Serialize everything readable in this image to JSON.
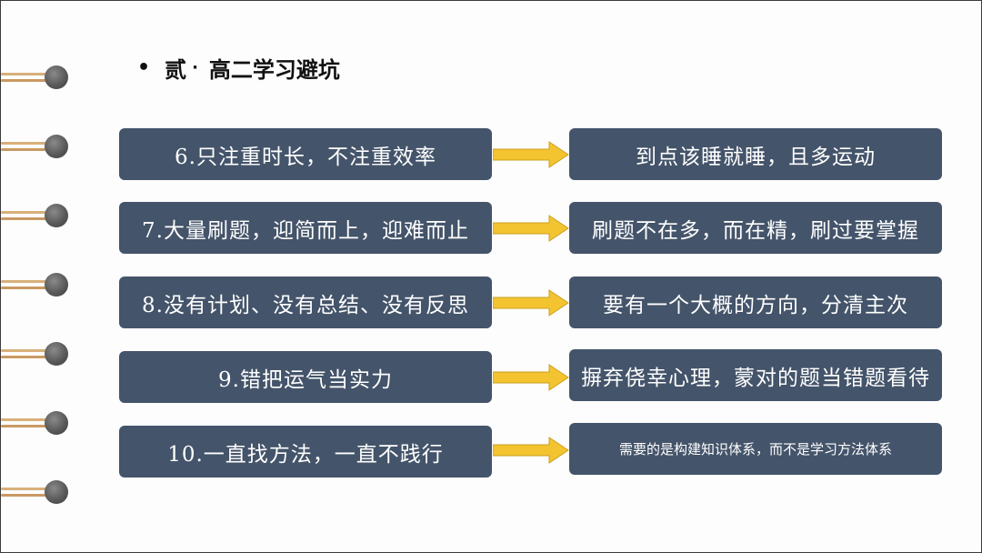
{
  "slide": {
    "bullet": "•",
    "section_number": "贰",
    "separator": "·",
    "title": "高二学习避坑"
  },
  "rows": [
    {
      "pitfall": "6.只注重时长，不注重效率",
      "advice": "到点该睡就睡，且多运动"
    },
    {
      "pitfall": "7.大量刷题，迎简而上，迎难而止",
      "advice": "刷题不在多，而在精，刷过要掌握"
    },
    {
      "pitfall": "8.没有计划、没有总结、没有反思",
      "advice": "要有一个大概的方向，分清主次"
    },
    {
      "pitfall": "9.错把运气当实力",
      "advice": "摒弃侥幸心理，蒙对的题当错题看待"
    },
    {
      "pitfall": "10.一直找方法，一直不践行",
      "advice": "需要的是构建知识体系，而不是学习方法体系"
    }
  ],
  "colors": {
    "box_fill": "#44546a",
    "arrow_fill": "#f4c430",
    "ring_bar": "#d8b07a"
  }
}
